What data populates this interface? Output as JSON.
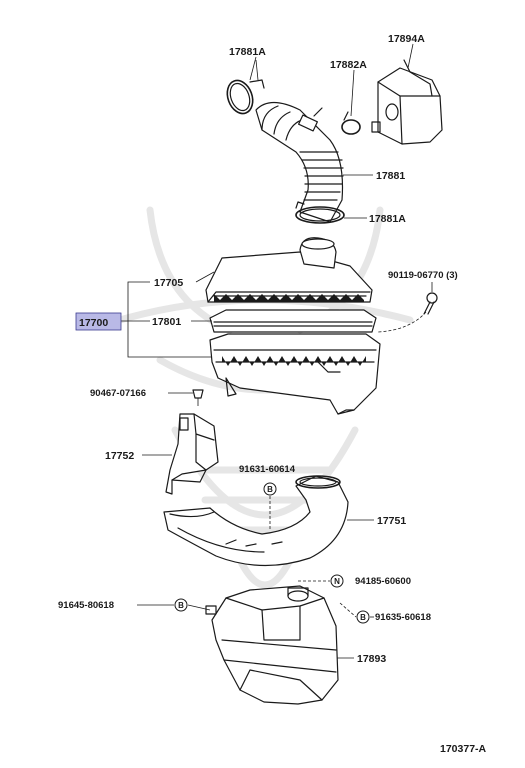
{
  "labels": {
    "p17881A_top": "17881A",
    "p17894A": "17894A",
    "p17882A": "17882A",
    "p17881": "17881",
    "p17881A_bottom": "17881A",
    "p90119": "90119-06770 (3)",
    "p17705": "17705",
    "p17700": "17700",
    "p17801": "17801",
    "p90467": "90467-07166",
    "p17752": "17752",
    "p91631": "91631-60614",
    "p17751": "17751",
    "p94185": "94185-60600",
    "p91645": "91645-80618",
    "p91635": "91635-60618",
    "p17893": "17893",
    "diagram_id": "170377-A"
  },
  "symbols": {
    "b_upper": "B",
    "b_left": "B",
    "b_right": "B",
    "n_symbol": "N"
  },
  "colors": {
    "highlight": "#b9b9e6",
    "ink": "#1a1a1a",
    "watermark": "#e6e6e6"
  }
}
